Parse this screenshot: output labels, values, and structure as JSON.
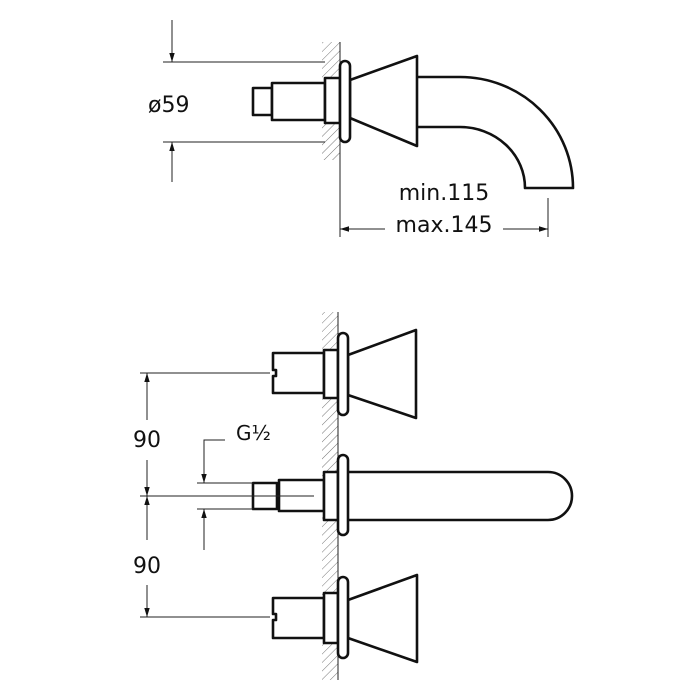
{
  "top_view": {
    "diameter_label": "ø59",
    "projection_min_label": "min.115",
    "projection_max_label": "max.145"
  },
  "front_view": {
    "spacing_upper_label": "90",
    "spacing_lower_label": "90",
    "thread_label": "G½"
  },
  "colors": {
    "line": "#111111",
    "hatch": "#666666",
    "background": "#ffffff"
  }
}
